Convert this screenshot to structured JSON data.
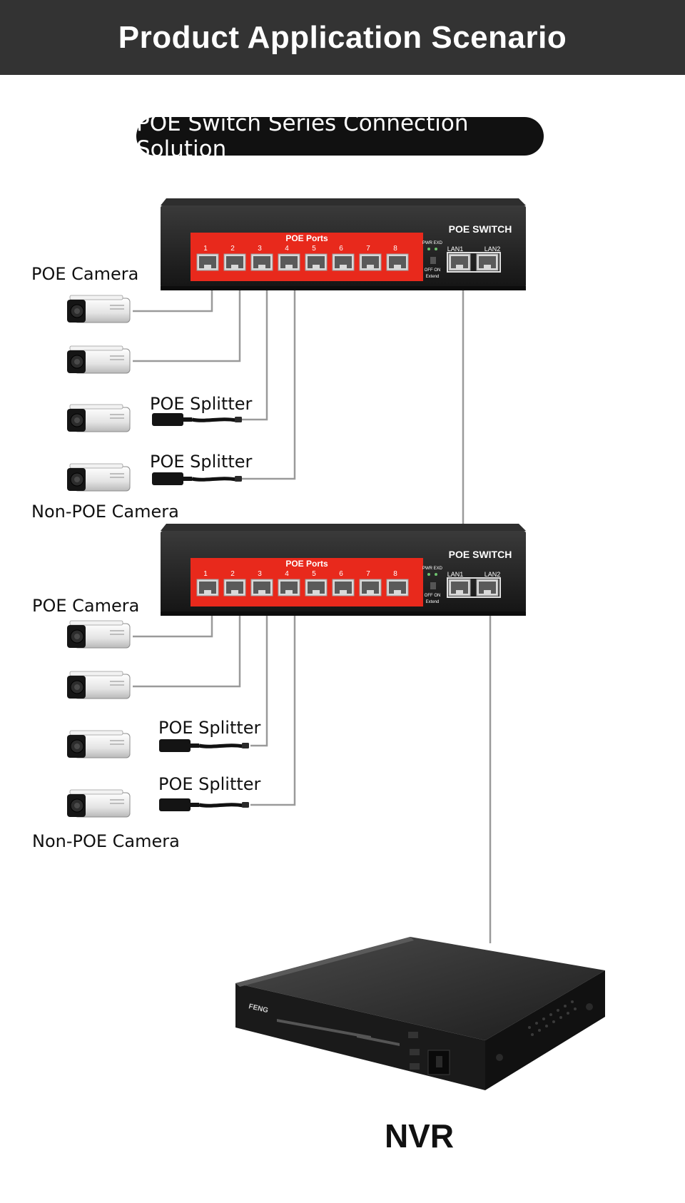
{
  "header": {
    "title": "Product Application Scenario"
  },
  "subtitle": "POE Switch Series Connection Solution",
  "switches": [
    {
      "brand_label": "POE SWITCH",
      "ports_label": "POE Ports",
      "port_numbers": [
        "1",
        "2",
        "3",
        "4",
        "5",
        "6",
        "7",
        "8"
      ],
      "uplinks": [
        "LAN1",
        "LAN2"
      ],
      "switch_labels": [
        "PWR EXD",
        "OFF ON",
        "Extend"
      ],
      "labels": {
        "poe_camera": "POE Camera",
        "splitter_1": "POE Splitter",
        "splitter_2": "POE Splitter",
        "non_poe_camera": "Non-POE Camera"
      }
    },
    {
      "brand_label": "POE SWITCH",
      "ports_label": "POE Ports",
      "port_numbers": [
        "1",
        "2",
        "3",
        "4",
        "5",
        "6",
        "7",
        "8"
      ],
      "uplinks": [
        "LAN1",
        "LAN2"
      ],
      "switch_labels": [
        "PWR EXD",
        "OFF ON",
        "Extend"
      ],
      "labels": {
        "poe_camera": "POE Camera",
        "splitter_1": "POE Splitter",
        "splitter_2": "POE Splitter",
        "non_poe_camera": "Non-POE Camera"
      }
    }
  ],
  "nvr": {
    "label": "NVR",
    "brand": "FENG"
  },
  "colors": {
    "header_bg": "#333333",
    "port_panel": "#e8291c",
    "device": "#1c1c1c",
    "cable": "#9a9a9a"
  }
}
